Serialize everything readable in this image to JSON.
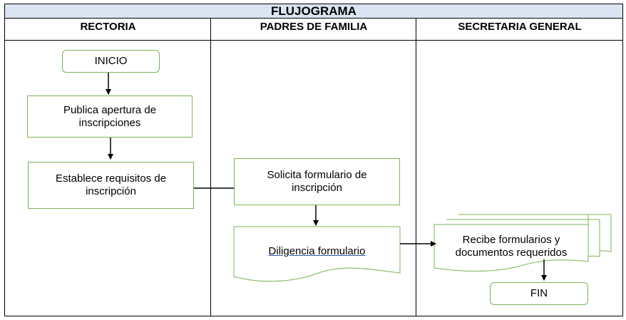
{
  "title": "FLUJOGRAMA",
  "lanes": [
    {
      "header": "RECTORIA"
    },
    {
      "header": "PADRES DE FAMILIA"
    },
    {
      "header": "SECRETARIA GENERAL"
    }
  ],
  "nodes": {
    "inicio": "INICIO",
    "publica": "Publica apertura de inscripciones",
    "establece": "Establece requisitos de inscripción",
    "solicita": "Solicita formulario de inscripción",
    "diligencia": "Diligencia formulario",
    "recibe": "Recibe formularios y documentos requeridos",
    "fin": "FIN"
  },
  "colors": {
    "node_border": "#79b45a",
    "title_background": "#dbe5f1"
  }
}
